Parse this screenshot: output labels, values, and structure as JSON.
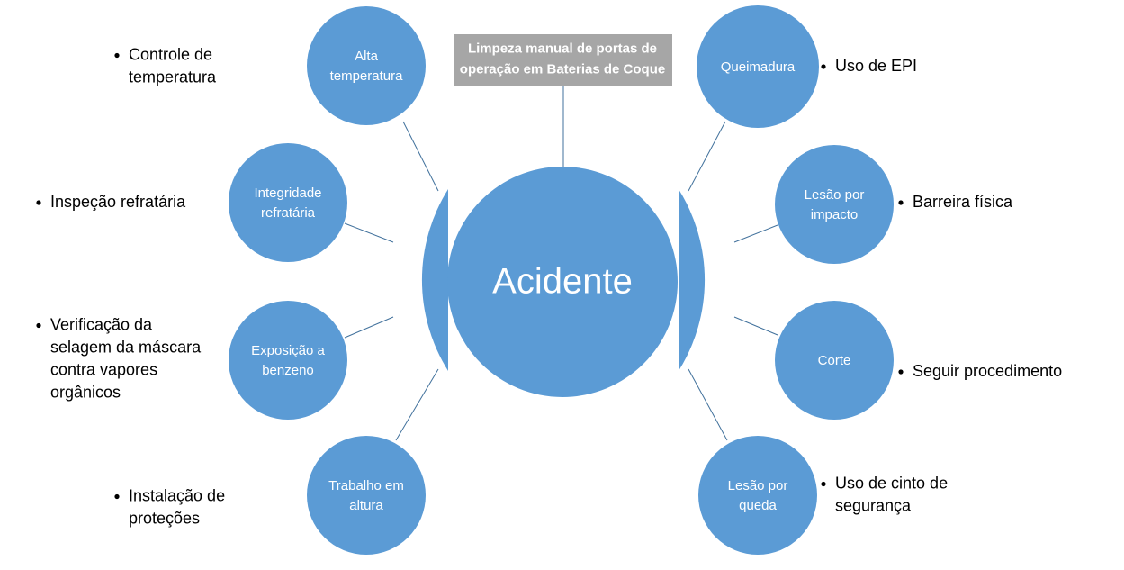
{
  "title": {
    "lines": [
      "Limpeza manual de portas de",
      "operação em Baterias de Coque"
    ],
    "bg_color": "#a6a6a6"
  },
  "center": {
    "label": "Acidente"
  },
  "colors": {
    "node": "#5b9bd5",
    "line": "#41719c",
    "text": "#ffffff"
  },
  "left_hazards": [
    {
      "lines": [
        "Alta",
        "temperatura"
      ],
      "measure": [
        "Controle de",
        "temperatura"
      ]
    },
    {
      "lines": [
        "Integridade",
        "refratária"
      ],
      "measure": [
        "Inspeção refratária"
      ]
    },
    {
      "lines": [
        "Exposição a",
        "benzeno"
      ],
      "measure": [
        "Verificação da",
        "selagem da máscara",
        "contra vapores",
        "orgânicos"
      ]
    },
    {
      "lines": [
        "Trabalho em",
        "altura"
      ],
      "measure": [
        "Instalação de",
        "proteções"
      ]
    }
  ],
  "right_hazards": [
    {
      "lines": [
        "Queimadura"
      ],
      "measure": [
        "Uso de EPI"
      ]
    },
    {
      "lines": [
        "Lesão por",
        "impacto"
      ],
      "measure": [
        "Barreira física"
      ]
    },
    {
      "lines": [
        "Corte"
      ],
      "measure": [
        "Seguir procedimento"
      ]
    },
    {
      "lines": [
        "Lesão por",
        "queda"
      ],
      "measure": [
        "Uso de cinto de",
        "segurança"
      ]
    }
  ]
}
